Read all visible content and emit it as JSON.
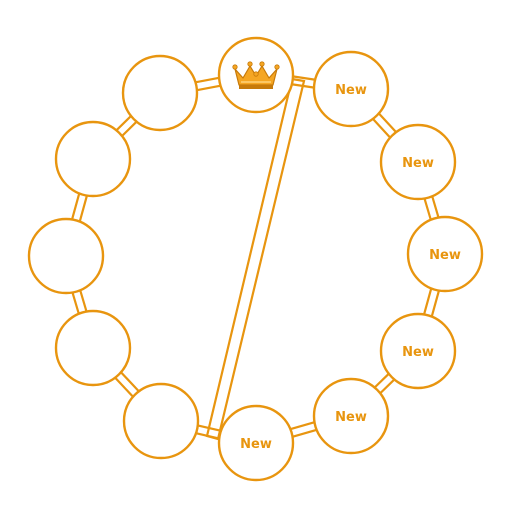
{
  "theme": {
    "stroke_color": "#E8950F",
    "label_color": "#E8950F",
    "fill_color": "#FFFFFF",
    "crown_colors": {
      "main": "#F5A623",
      "dark": "#C77A0A",
      "light": "#FFD27A"
    }
  },
  "ring": {
    "slot_count": 12,
    "slots": [
      {
        "id": "top",
        "label": "",
        "icon": "crown-icon"
      },
      {
        "id": "n1",
        "label": "New",
        "icon": null
      },
      {
        "id": "n2",
        "label": "New",
        "icon": null
      },
      {
        "id": "n3",
        "label": "New",
        "icon": null
      },
      {
        "id": "n4",
        "label": "New",
        "icon": null
      },
      {
        "id": "n5",
        "label": "New",
        "icon": null
      },
      {
        "id": "n6",
        "label": "New",
        "icon": null
      },
      {
        "id": "e1",
        "label": "",
        "icon": null
      },
      {
        "id": "e2",
        "label": "",
        "icon": null
      },
      {
        "id": "e3",
        "label": "",
        "icon": null
      },
      {
        "id": "e4",
        "label": "",
        "icon": null
      },
      {
        "id": "e5",
        "label": "",
        "icon": null
      }
    ]
  }
}
